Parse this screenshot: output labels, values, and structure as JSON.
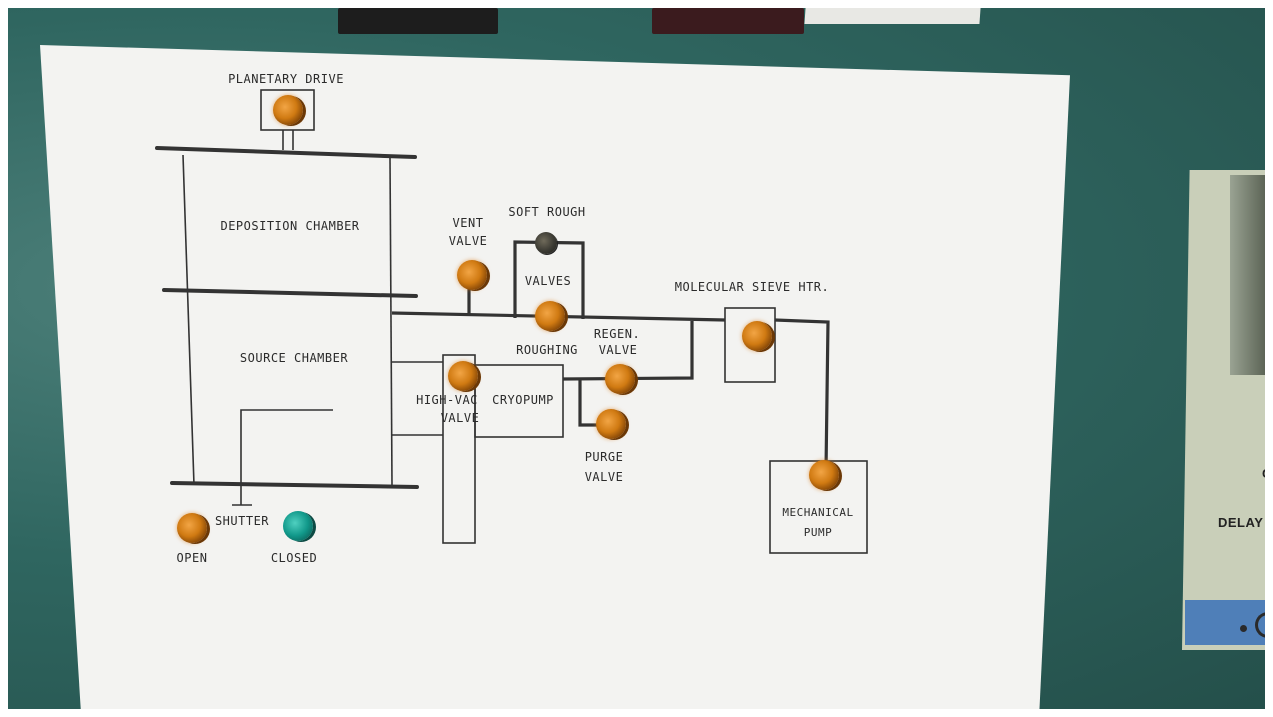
{
  "labels": {
    "planetary_drive": "PLANETARY DRIVE",
    "deposition_chamber": "DEPOSITION CHAMBER",
    "source_chamber": "SOURCE CHAMBER",
    "vent": "VENT",
    "valve": "VALVE",
    "soft_rough": "SOFT ROUGH",
    "valves": "VALVES",
    "molecular_sieve_htr": "MOLECULAR SIEVE HTR.",
    "regen": "REGEN.",
    "regen_valve": "VALVE",
    "roughing": "ROUGHING",
    "high_vac": "HIGH-VAC",
    "high_vac_valve": "VALVE",
    "cryopump": "CRYOPUMP",
    "purge": "PURGE",
    "purge_valve": "VALVE",
    "shutter": "SHUTTER",
    "open": "OPEN",
    "closed": "CLOSED",
    "mechanical": "MECHANICAL",
    "pump": "PUMP",
    "side_delay": "DELAY",
    "side_c": "C"
  }
}
